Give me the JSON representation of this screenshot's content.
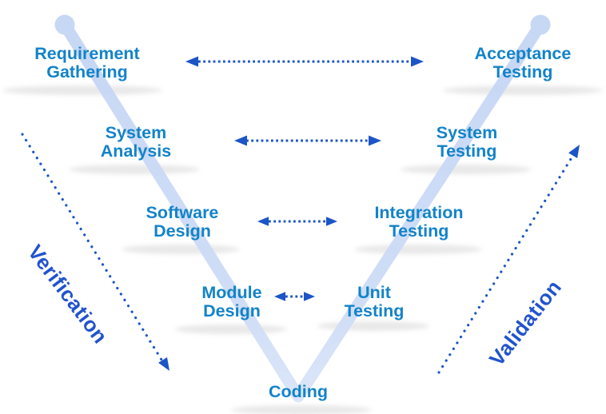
{
  "diagram_type": "v-model-software-lifecycle",
  "stages": {
    "left": [
      {
        "name": "requirement-gathering",
        "lines": [
          "Requirement",
          "Gathering"
        ]
      },
      {
        "name": "system-analysis",
        "lines": [
          "System",
          "Analysis"
        ]
      },
      {
        "name": "software-design",
        "lines": [
          "Software",
          "Design"
        ]
      },
      {
        "name": "module-design",
        "lines": [
          "Module",
          "Design"
        ]
      }
    ],
    "right": [
      {
        "name": "acceptance-testing",
        "lines": [
          "Acceptance",
          "Testing"
        ]
      },
      {
        "name": "system-testing",
        "lines": [
          "System",
          "Testing"
        ]
      },
      {
        "name": "integration-testing",
        "lines": [
          "Integration",
          "Testing"
        ]
      },
      {
        "name": "unit-testing",
        "lines": [
          "Unit",
          "Testing"
        ]
      }
    ],
    "bottom": {
      "name": "coding",
      "label": "Coding"
    }
  },
  "side_labels": {
    "left": "Verification",
    "right": "Validation"
  },
  "colors": {
    "stage_text": "#1283c9",
    "side_label_text": "#2153cc",
    "arrow": "#1b55c6",
    "v_band": "#c8d8f4",
    "shadow": "#d2d2d2"
  }
}
